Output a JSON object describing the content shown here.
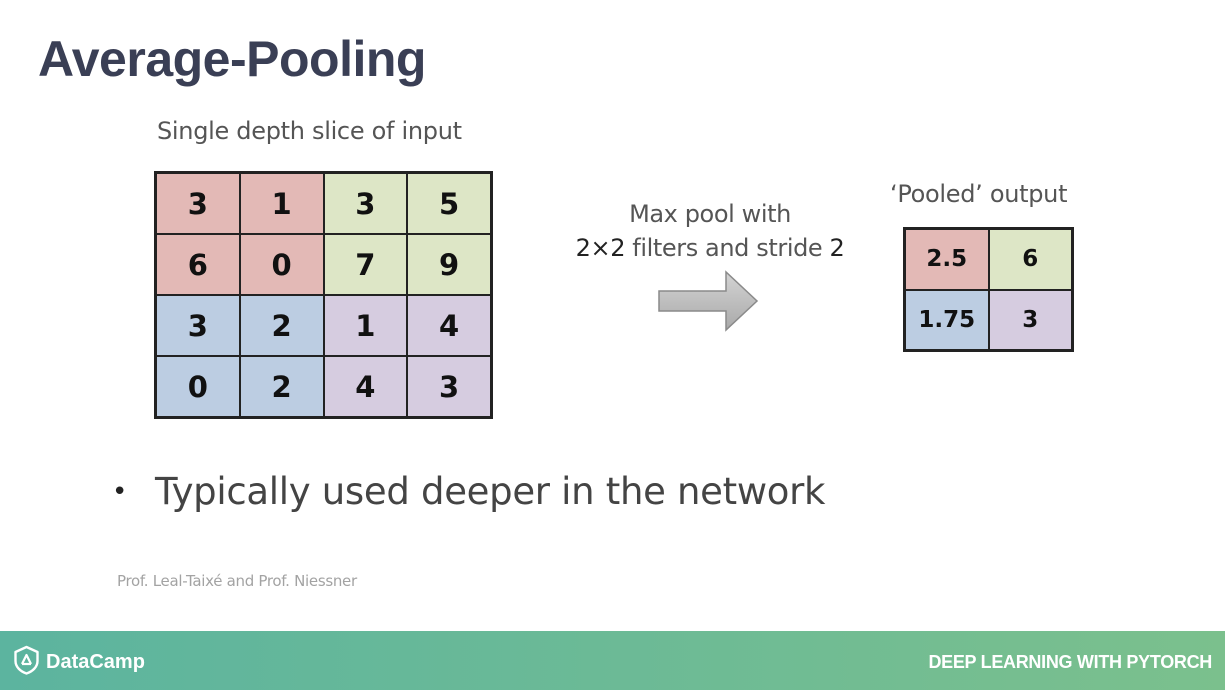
{
  "slide": {
    "title": "Average-Pooling"
  },
  "figure": {
    "input_caption": "Single depth slice of input",
    "input_grid": [
      [
        {
          "value": "3",
          "color": "#e3b9b6"
        },
        {
          "value": "1",
          "color": "#e3b9b6"
        },
        {
          "value": "3",
          "color": "#dde6c6"
        },
        {
          "value": "5",
          "color": "#dde6c6"
        }
      ],
      [
        {
          "value": "6",
          "color": "#e3b9b6"
        },
        {
          "value": "0",
          "color": "#e3b9b6"
        },
        {
          "value": "7",
          "color": "#dde6c6"
        },
        {
          "value": "9",
          "color": "#dde6c6"
        }
      ],
      [
        {
          "value": "3",
          "color": "#bccde2"
        },
        {
          "value": "2",
          "color": "#bccde2"
        },
        {
          "value": "1",
          "color": "#d6cce0"
        },
        {
          "value": "4",
          "color": "#d6cce0"
        }
      ],
      [
        {
          "value": "0",
          "color": "#bccde2"
        },
        {
          "value": "2",
          "color": "#bccde2"
        },
        {
          "value": "4",
          "color": "#d6cce0"
        },
        {
          "value": "3",
          "color": "#d6cce0"
        }
      ]
    ],
    "operation_line1": "Max pool with",
    "operation_line2_filter": "2×2",
    "operation_line2_mid": " filters and stride ",
    "operation_line2_stride": "2",
    "output_caption": "‘Pooled’ output",
    "output_grid": [
      [
        {
          "value": "2.5",
          "color": "#e3b9b6"
        },
        {
          "value": "6",
          "color": "#dde6c6"
        }
      ],
      [
        {
          "value": "1.75",
          "color": "#bccde2"
        },
        {
          "value": "3",
          "color": "#d6cce0"
        }
      ]
    ],
    "arrow_icon": "right-arrow-icon"
  },
  "bullets": [
    "Typically used deeper in the network"
  ],
  "credit": "Prof. Leal-Taixé and Prof. Niessner",
  "footer": {
    "logo_text": "DataCamp",
    "course_title": "DEEP LEARNING WITH PYTORCH",
    "gradient_start": "#5cb49f",
    "gradient_end": "#7bc08d"
  }
}
